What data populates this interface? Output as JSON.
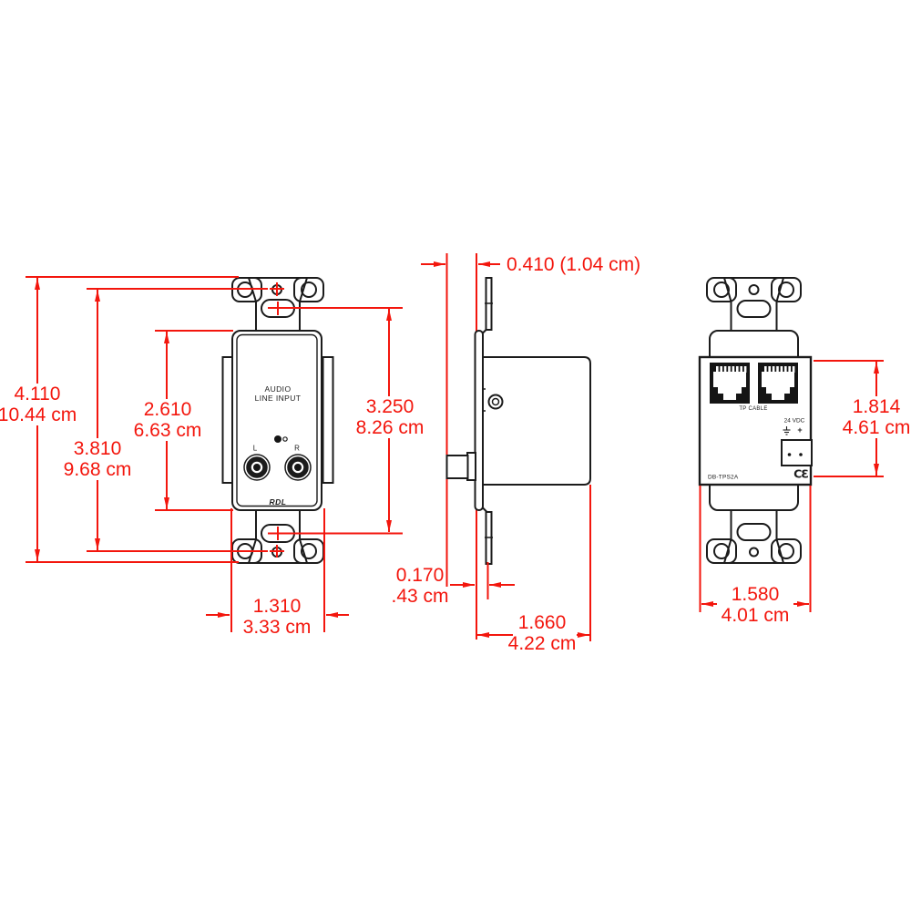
{
  "front_view": {
    "label_line1": "AUDIO",
    "label_line2": "LINE INPUT",
    "jack_left": "L",
    "jack_right": "R",
    "brand": "RDL"
  },
  "rear_view": {
    "tp_cable": "TP CABLE",
    "power": "24 VDC",
    "plus": "+",
    "model": "DB-TPS2A",
    "ce_mark": "CƐ"
  },
  "dimensions": {
    "overall_height_in": "4.110",
    "overall_height_cm": "10.44 cm",
    "screw_spacing_in": "3.810",
    "screw_spacing_cm": "9.68 cm",
    "insert_height_in": "2.610",
    "insert_height_cm": "6.63 cm",
    "slot_spacing_in": "3.250",
    "slot_spacing_cm": "8.26 cm",
    "front_protrusion": "0.410 (1.04 cm)",
    "plate_width_in": "1.310",
    "plate_width_cm": "3.33 cm",
    "plate_thickness_in": "0.170",
    "plate_thickness_cm": ".43 cm",
    "rear_depth_in": "1.660",
    "rear_depth_cm": "4.22 cm",
    "module_width_in": "1.580",
    "module_width_cm": "4.01 cm",
    "module_height_in": "1.814",
    "module_height_cm": "4.61 cm"
  },
  "colors": {
    "dimension_red": "#f3160d",
    "line_black": "#1b1b1b"
  }
}
